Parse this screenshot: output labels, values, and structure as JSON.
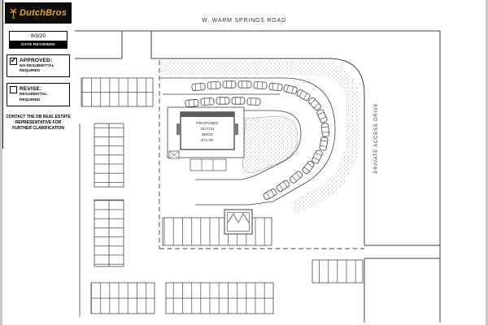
{
  "title_block": {
    "logo_text": "DutchBros",
    "date_value": "8/3/20",
    "date_label": "DATE REVIEWED",
    "approved": {
      "label": "APPROVED:",
      "sublabel": "NO RESUBMITTAL REQUIRED",
      "checked": true
    },
    "revise": {
      "label": "REVISE:",
      "sublabel": "RESUBMITTAL REQUIRED",
      "checked": false
    },
    "contact_note": "CONTACT THE DB REAL ESTATE REPRESENTATIVE FOR FURTHER CLARIFICATION"
  },
  "site_plan": {
    "road_label": "W. WARM SPRINGS ROAD",
    "access_drive_label": "PRIVATE ACCESS DRIVE",
    "building": {
      "line1": "PROPOSED",
      "line2": "DUTCH",
      "line3": "BROS",
      "line4": "871 SF"
    },
    "drive_thru_car_count": 22
  },
  "icons": {
    "check": "✓",
    "car": "car-icon",
    "windmill": "windmill-icon"
  },
  "colors": {
    "logo_bg": "#0d0d0d",
    "logo_amber": "#f0a31c",
    "ink": "#3f3f3f",
    "stipple": "#8c8c8c",
    "paper": "#ffffff"
  }
}
